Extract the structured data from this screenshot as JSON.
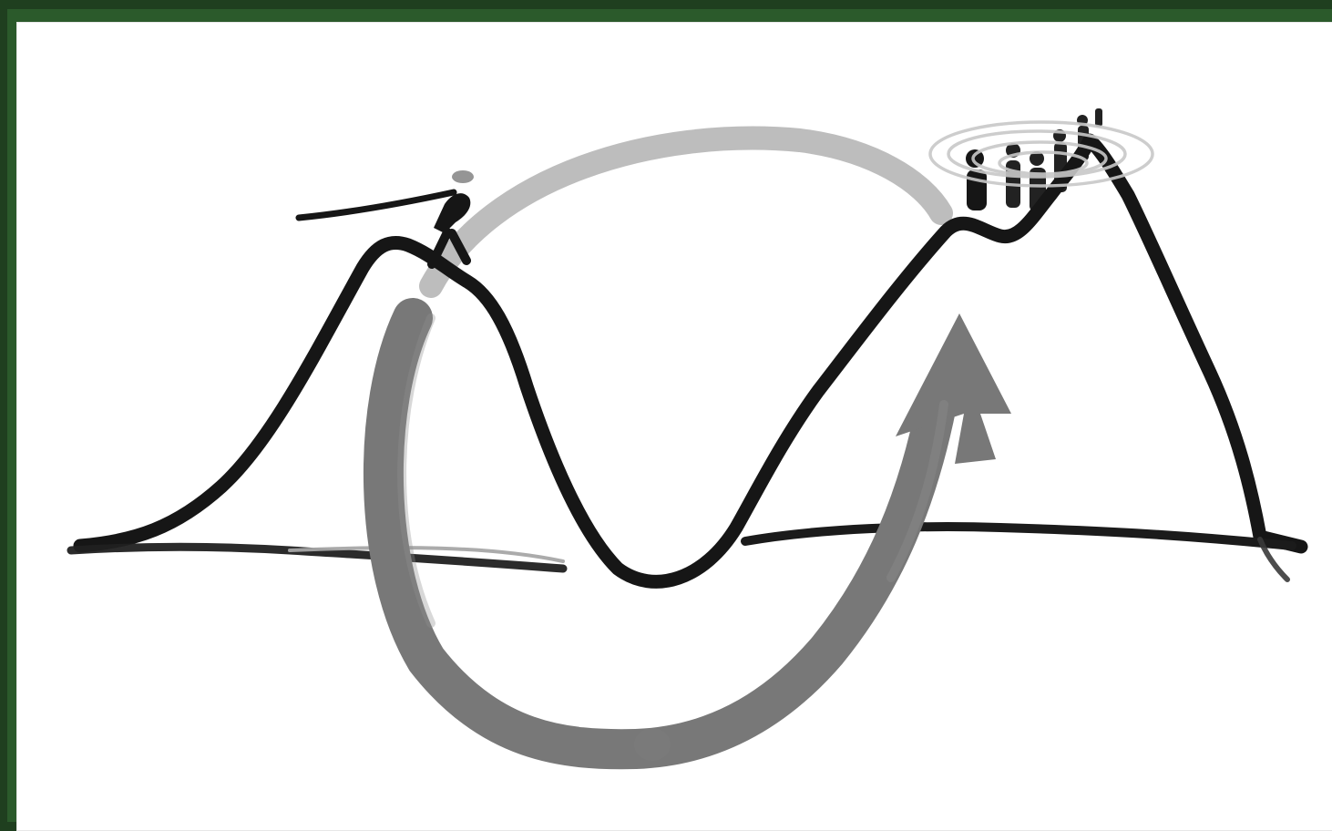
{
  "illustration": {
    "style": "monochrome brush illustration",
    "colors": {
      "ink": "#161616",
      "gray": "#737373",
      "lightGray": "#b8b8b8",
      "background": "#ffffff"
    },
    "elements": {
      "left_peak": "mountain",
      "right_peak": "mountain",
      "valley": "valley",
      "curved_arrow": "arrow",
      "group_of_people": "people",
      "single_person": "person"
    }
  }
}
